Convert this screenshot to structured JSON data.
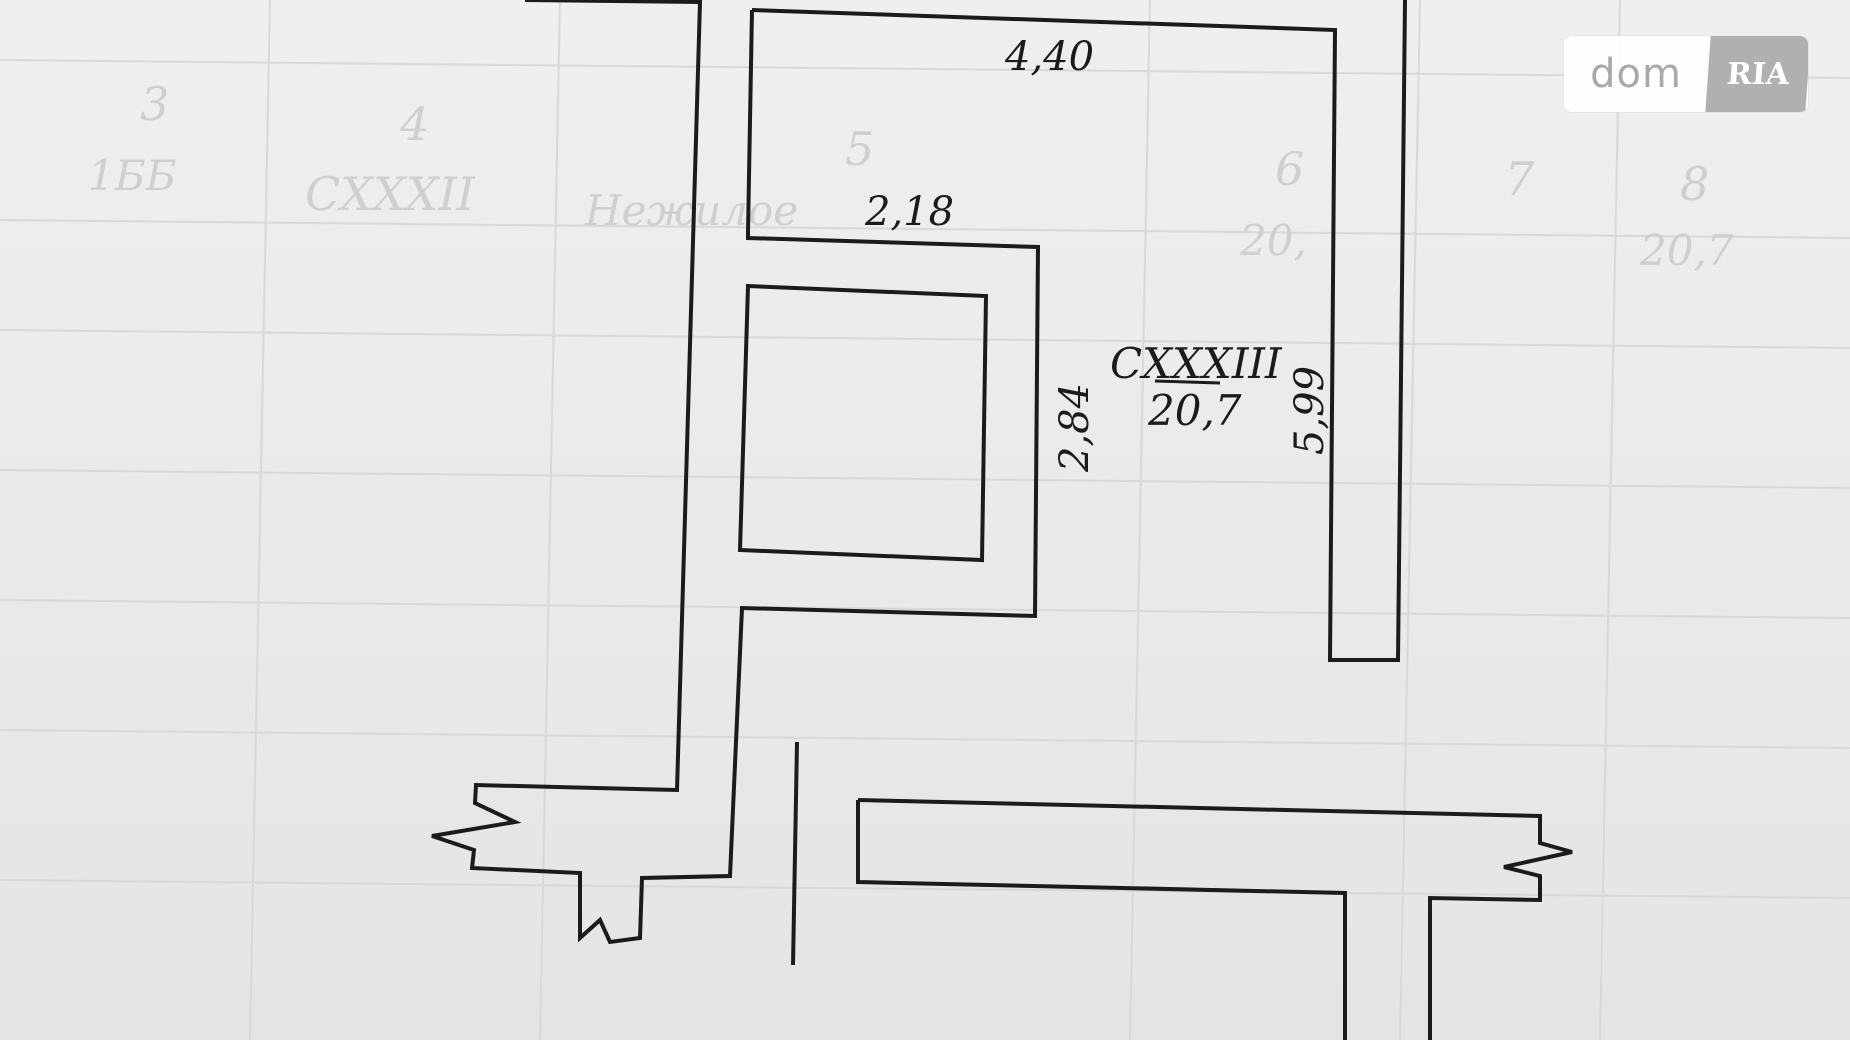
{
  "plan": {
    "room_code": "CXXXIII",
    "room_area": "20,7",
    "dimensions": {
      "top_wall": "4,40",
      "inner_wall": "2,18",
      "left_height": "2,84",
      "right_height": "5,99"
    }
  },
  "watermark": {
    "brand": "dom",
    "brand_suffix": "RIA"
  },
  "background_table": {
    "headers": [
      "3",
      "4",
      "5",
      "6",
      "7",
      "8"
    ],
    "row": [
      "1ББ",
      "CXXXII",
      "Нежилое",
      "20,",
      "",
      "20,7"
    ]
  },
  "colors": {
    "paper": "#ececea",
    "ink": "#1b1b1b",
    "grid": "#d6d6d4",
    "ghost_text": "#cfcfcd"
  }
}
